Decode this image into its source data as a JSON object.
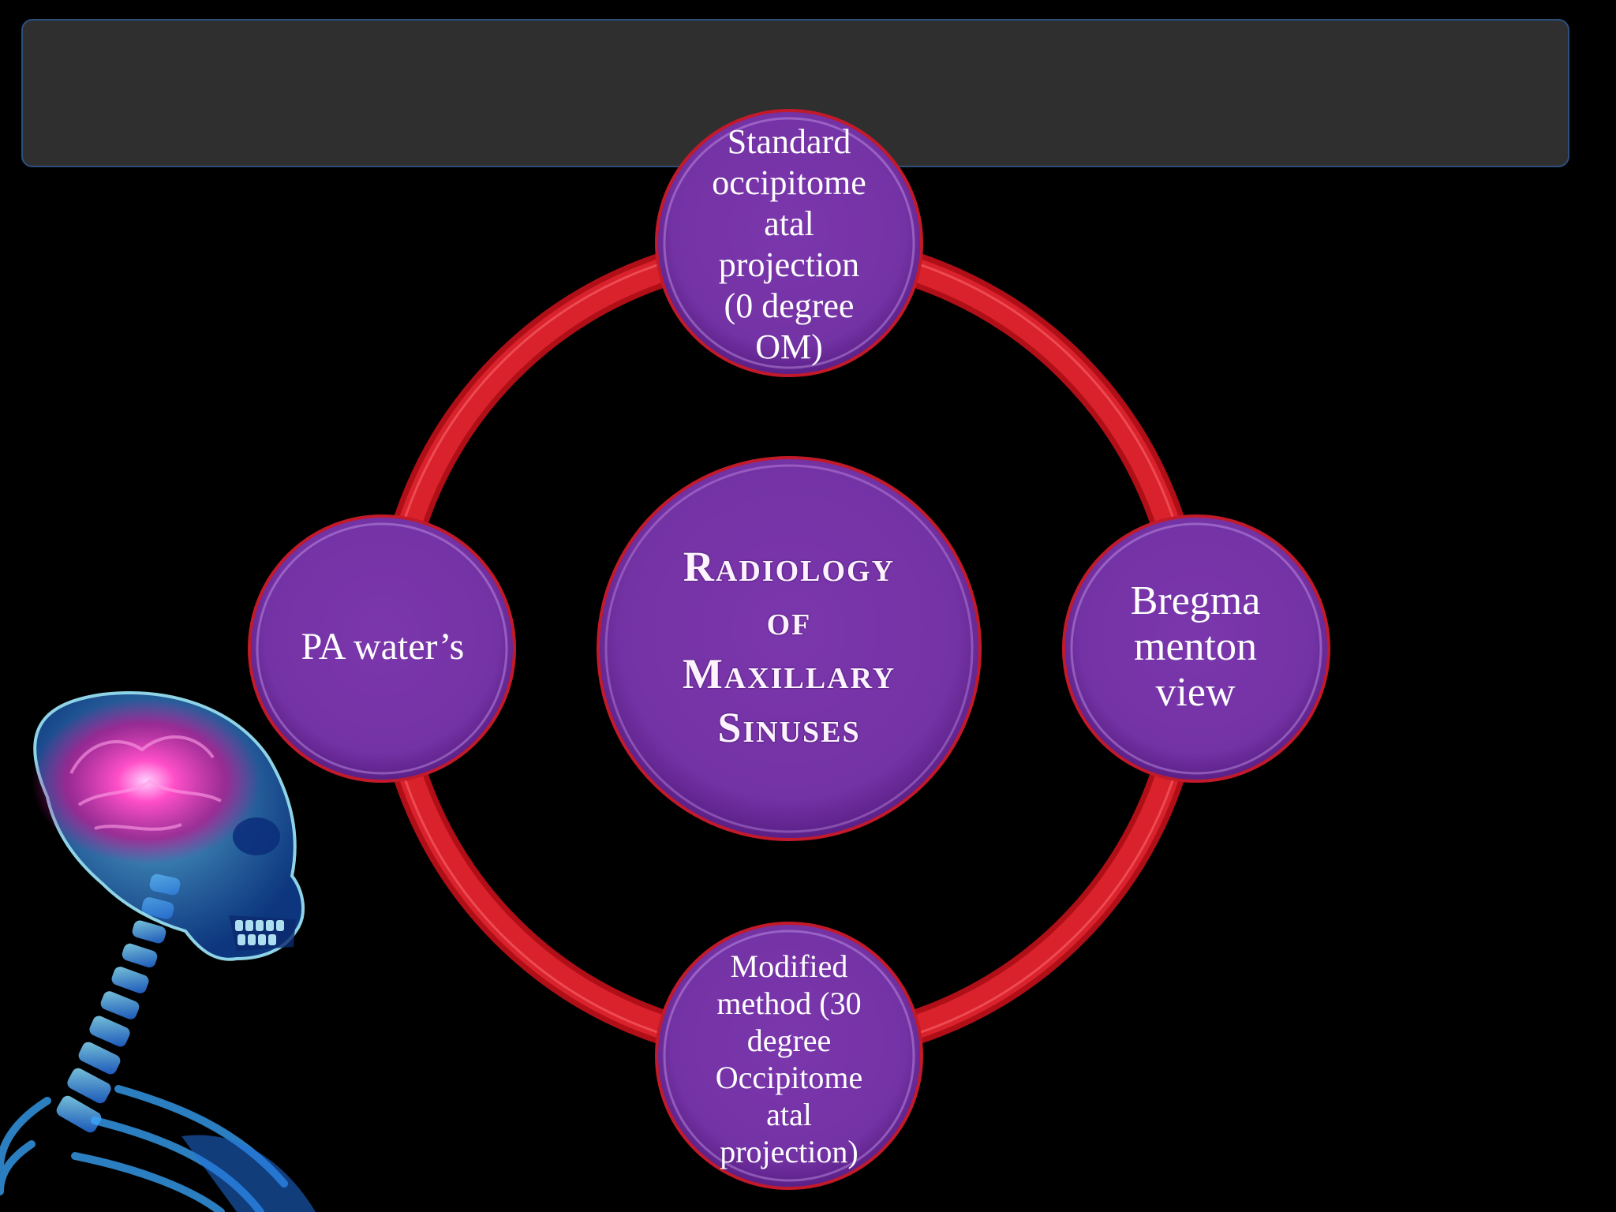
{
  "title_bar": {
    "text": ""
  },
  "diagram": {
    "center": "Radiology\nof\nMaxillary\nSinuses",
    "nodes": {
      "top": "Standard\noccipitome\natal\nprojection\n(0 degree\nOM)",
      "right": "Bregma\nmenton\nview",
      "bottom": "Modified\nmethod (30\ndegree\nOccipitome\natal\nprojection)",
      "left": "PA water’s"
    }
  },
  "colors": {
    "background": "#000000",
    "title_bar": "#2f2f30",
    "ring": "#c0101b",
    "node_fill": "#7a35a8",
    "node_border": "#5b1e84",
    "text": "#ffffff"
  },
  "decoration": {
    "image": "x-ray-skeleton-brain"
  }
}
